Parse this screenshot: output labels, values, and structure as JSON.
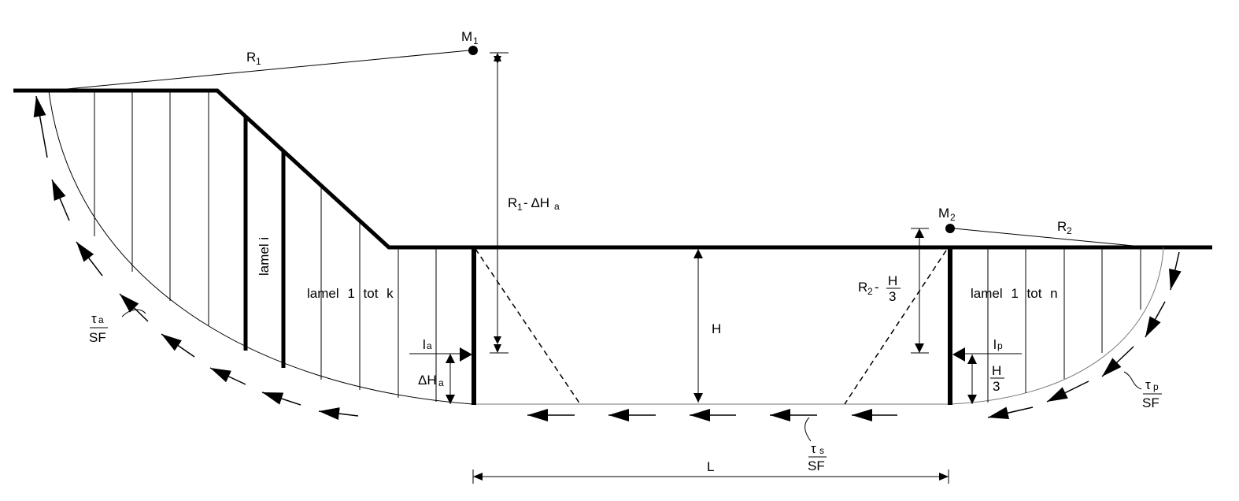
{
  "labels": {
    "M1": {
      "main": "M",
      "sub": "1"
    },
    "M2": {
      "main": "M",
      "sub": "2"
    },
    "R1": {
      "main": "R",
      "sub": "1"
    },
    "R2": {
      "main": "R",
      "sub": "2"
    },
    "R1_dHa": {
      "main": "R",
      "sub": "1",
      "rest": "- ΔH",
      "sub2": "a"
    },
    "R2_H3": {
      "main": "R",
      "sub": "2",
      "rest": "-",
      "num": "H",
      "den": "3"
    },
    "lamel_i": "lamel i",
    "lamel_k": "lamel 1 tot k",
    "lamel_n": "lamel 1 tot n",
    "H": "H",
    "L": "L",
    "la": {
      "main": "l",
      "sub": "a"
    },
    "lp": {
      "main": "l",
      "sub": "p"
    },
    "dHa": {
      "main": "ΔH",
      "sub": "a"
    },
    "H3": {
      "num": "H",
      "den": "3"
    },
    "tau_a": {
      "num": "τ",
      "sub": "a",
      "den": "SF"
    },
    "tau_s": {
      "num": "τ",
      "sub": "s",
      "den": "SF"
    },
    "tau_p": {
      "num": "τ",
      "sub": "p",
      "den": "SF"
    }
  }
}
